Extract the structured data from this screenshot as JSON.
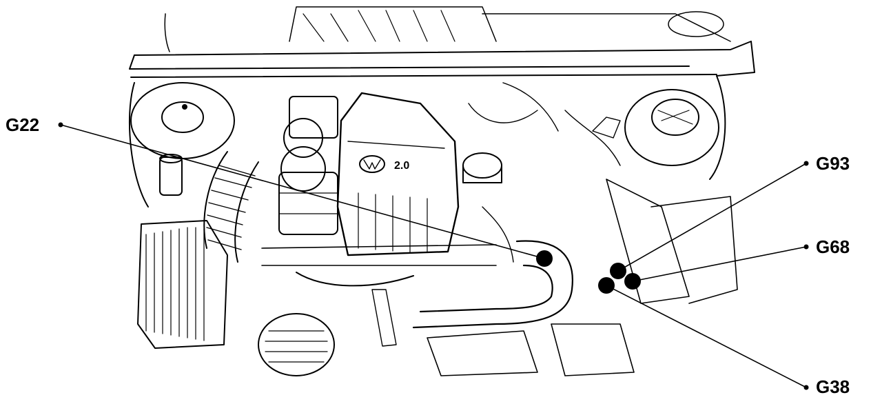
{
  "colors": {
    "ink": "#000000",
    "paper": "#ffffff"
  },
  "callouts": [
    {
      "id": "G22",
      "label": "G22"
    },
    {
      "id": "G93",
      "label": "G93"
    },
    {
      "id": "G68",
      "label": "G68"
    },
    {
      "id": "G38",
      "label": "G38"
    }
  ],
  "engine_badge": {
    "text": "2.0"
  }
}
